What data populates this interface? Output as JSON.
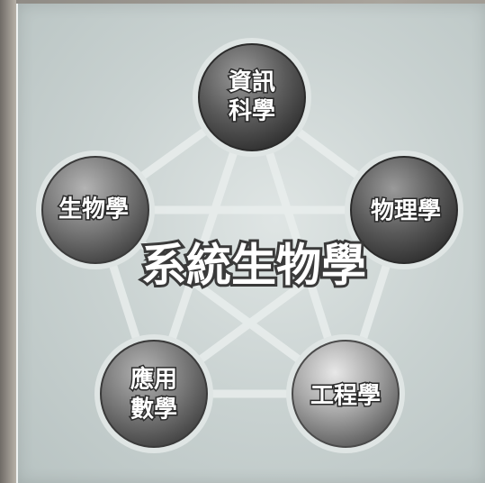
{
  "diagram": {
    "center": {
      "label": "系統生物學"
    },
    "nodes": [
      {
        "id": "cs",
        "lines": [
          "資訊",
          "科學"
        ]
      },
      {
        "id": "physics",
        "lines": [
          "物理學"
        ]
      },
      {
        "id": "engineering",
        "lines": [
          "工程學"
        ]
      },
      {
        "id": "applied_math",
        "lines": [
          "應用",
          "數學"
        ]
      },
      {
        "id": "biology",
        "lines": [
          "生物學"
        ]
      }
    ]
  }
}
